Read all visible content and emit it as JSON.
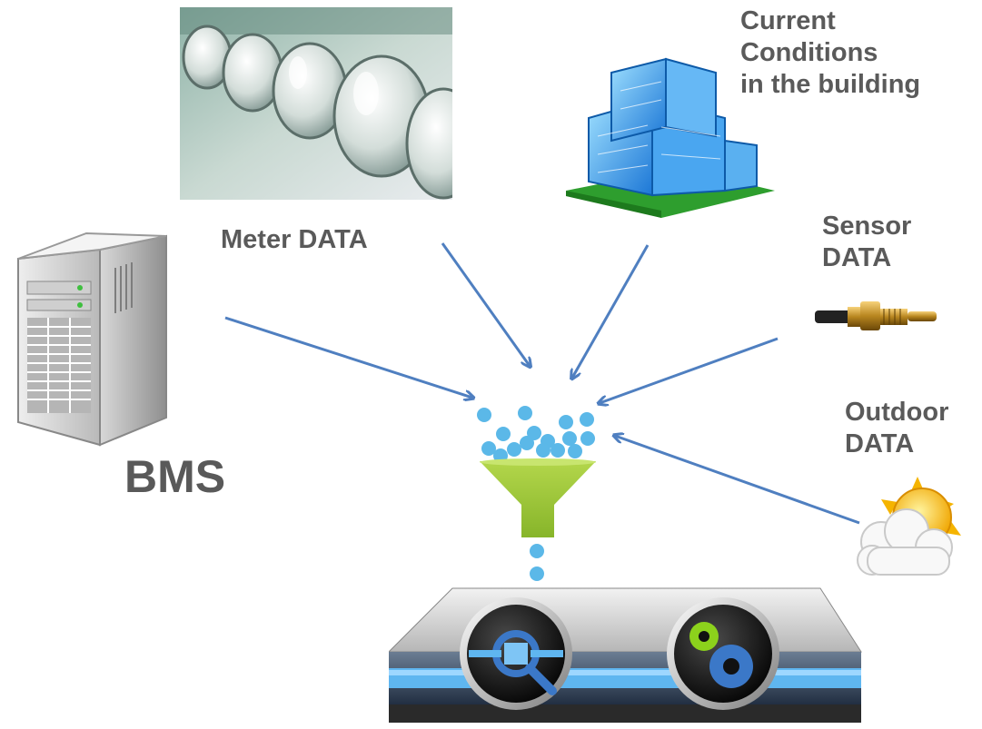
{
  "labels": {
    "meter": "Meter DATA",
    "current_line1": "Current",
    "current_line2": "Conditions",
    "current_line3": "in the building",
    "sensor_line1": "Sensor",
    "sensor_line2": "DATA",
    "outdoor_line1": "Outdoor",
    "outdoor_line2": "DATA",
    "bms": "BMS"
  },
  "colors": {
    "arrow": "#4f7fc0",
    "dots": "#5bb8e8",
    "funnel": "#9ac43a",
    "label_text": "#5a5a5a"
  },
  "icons": {
    "meters": "electric-meter-photo",
    "building": "office-building-icon",
    "sensor": "temperature-sensor-icon",
    "weather": "sun-cloud-icon",
    "server": "server-tower-icon",
    "funnel": "funnel-icon",
    "appliance": "analytics-appliance-icon"
  }
}
